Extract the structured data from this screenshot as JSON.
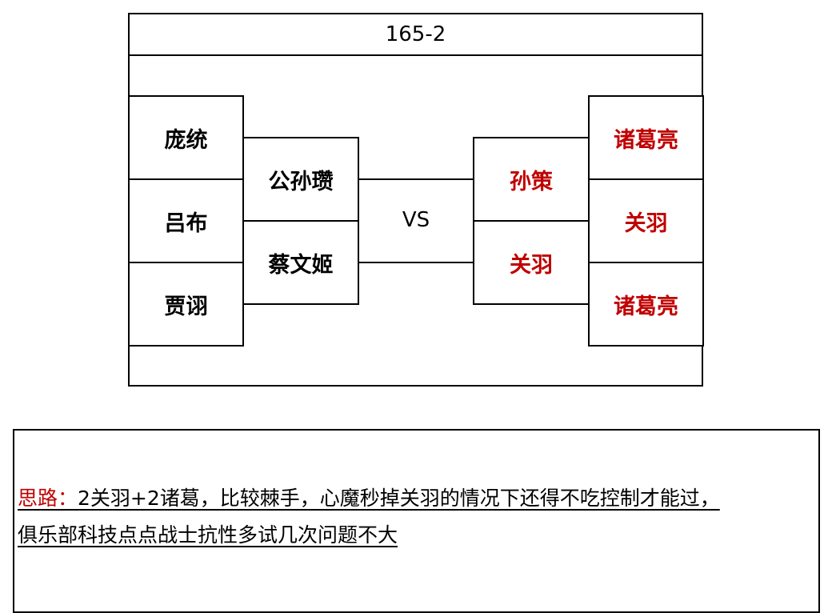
{
  "title": "165-2",
  "left_back": [
    "庞统",
    "吕布",
    "贾诩"
  ],
  "left_front": [
    "公孙瓒",
    "蔡文姬"
  ],
  "vs_label": "VS",
  "right_front": [
    "孙策",
    "关羽"
  ],
  "right_back": [
    "诸葛亮",
    "关羽",
    "诸葛亮"
  ],
  "note": {
    "label": "思路：",
    "line1": "2关羽+2诸葛，比较棘手，心魔秒掉关羽的情况下还得不吃控制才能过，",
    "line2": "俱乐部科技点点战士抗性多试几次问题不大"
  },
  "colors": {
    "enemy_text": "#c00000",
    "note_label": "#c00000"
  }
}
